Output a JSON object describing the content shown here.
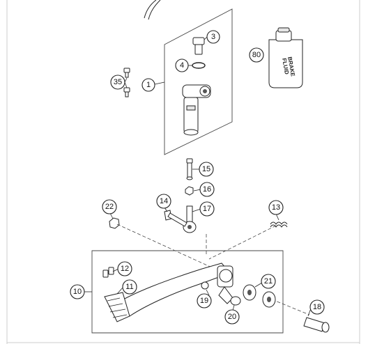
{
  "diagram": {
    "callouts": [
      {
        "id": "c1",
        "label": "1"
      },
      {
        "id": "c3",
        "label": "3"
      },
      {
        "id": "c4",
        "label": "4"
      },
      {
        "id": "c35",
        "label": "35"
      },
      {
        "id": "c80",
        "label": "80"
      },
      {
        "id": "c15",
        "label": "15"
      },
      {
        "id": "c16",
        "label": "16"
      },
      {
        "id": "c17",
        "label": "17"
      },
      {
        "id": "c14",
        "label": "14"
      },
      {
        "id": "c22",
        "label": "22"
      },
      {
        "id": "c13",
        "label": "13"
      },
      {
        "id": "c12",
        "label": "12"
      },
      {
        "id": "c11",
        "label": "11"
      },
      {
        "id": "c10",
        "label": "10"
      },
      {
        "id": "c21",
        "label": "21"
      },
      {
        "id": "c19",
        "label": "19"
      },
      {
        "id": "c20",
        "label": "20"
      },
      {
        "id": "c18",
        "label": "18"
      }
    ],
    "can_label_line1": "BRAKE",
    "can_label_line2": "FLUID"
  }
}
